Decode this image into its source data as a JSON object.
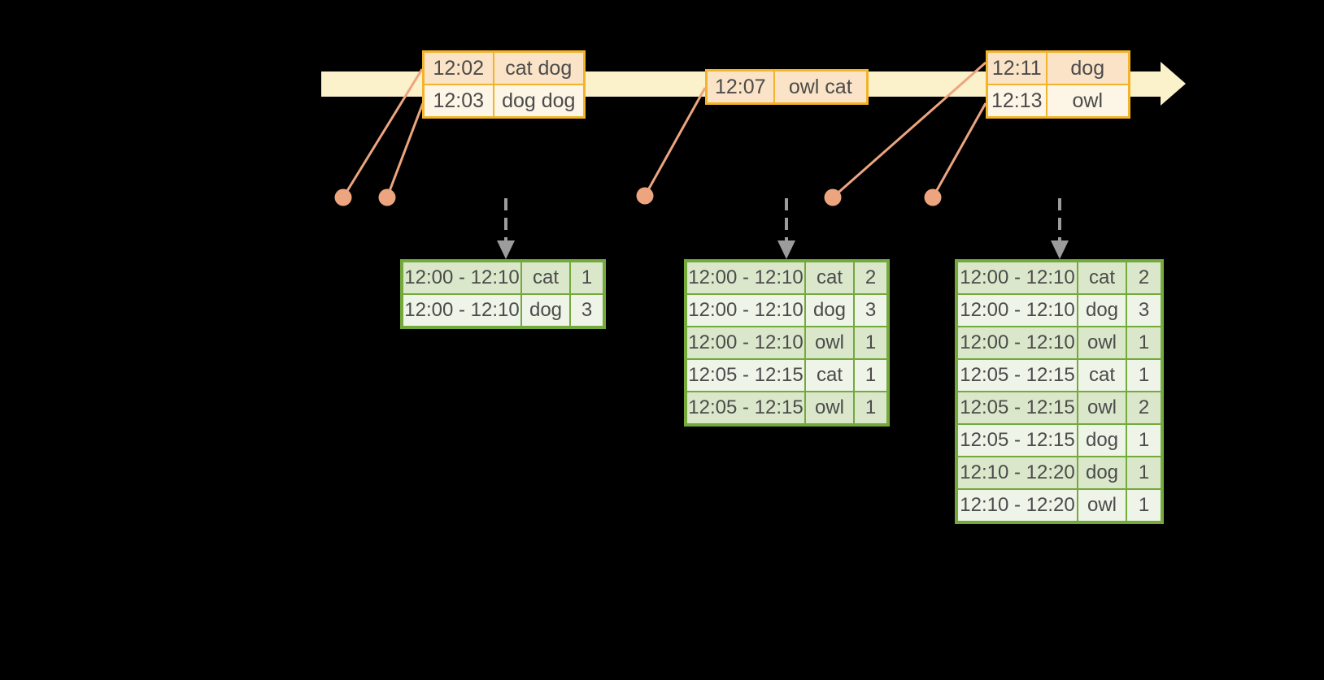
{
  "diagram": {
    "type": "stream-windowing-diagram",
    "colors": {
      "background": "#000000",
      "timeline_fill": "#FBF1CB",
      "event_border": "#F2B42B",
      "event_row_fill": "#FAE3C6",
      "event_row_alt_fill": "#FDF5E6",
      "connector": "#ECA57E",
      "emit_arrow": "#9C9C9C",
      "result_border": "#74A93C",
      "result_row_fill": "#DBE7CB",
      "result_row_alt_fill": "#EFF4E9",
      "text": "#4B4B4B"
    },
    "timeline": {
      "direction": "left-to-right",
      "event_dot_count": 5,
      "emit_arrow_count": 3
    },
    "event_tables": [
      {
        "name": "events-12-02",
        "rows": [
          [
            "12:02",
            "cat dog"
          ],
          [
            "12:03",
            "dog dog"
          ]
        ]
      },
      {
        "name": "events-12-07",
        "rows": [
          [
            "12:07",
            "owl cat"
          ]
        ]
      },
      {
        "name": "events-12-11",
        "rows": [
          [
            "12:11",
            "dog"
          ],
          [
            "12:13",
            "owl"
          ]
        ]
      }
    ],
    "result_tables": [
      {
        "name": "result-after-first-emit",
        "rows": [
          [
            "12:00 - 12:10",
            "cat",
            "1"
          ],
          [
            "12:00 - 12:10",
            "dog",
            "3"
          ]
        ]
      },
      {
        "name": "result-after-second-emit",
        "rows": [
          [
            "12:00 - 12:10",
            "cat",
            "2"
          ],
          [
            "12:00 - 12:10",
            "dog",
            "3"
          ],
          [
            "12:00 - 12:10",
            "owl",
            "1"
          ],
          [
            "12:05 - 12:15",
            "cat",
            "1"
          ],
          [
            "12:05 - 12:15",
            "owl",
            "1"
          ]
        ]
      },
      {
        "name": "result-after-third-emit",
        "rows": [
          [
            "12:00 - 12:10",
            "cat",
            "2"
          ],
          [
            "12:00 - 12:10",
            "dog",
            "3"
          ],
          [
            "12:00 - 12:10",
            "owl",
            "1"
          ],
          [
            "12:05 - 12:15",
            "cat",
            "1"
          ],
          [
            "12:05 - 12:15",
            "owl",
            "2"
          ],
          [
            "12:05 - 12:15",
            "dog",
            "1"
          ],
          [
            "12:10 - 12:20",
            "dog",
            "1"
          ],
          [
            "12:10 - 12:20",
            "owl",
            "1"
          ]
        ]
      }
    ]
  }
}
